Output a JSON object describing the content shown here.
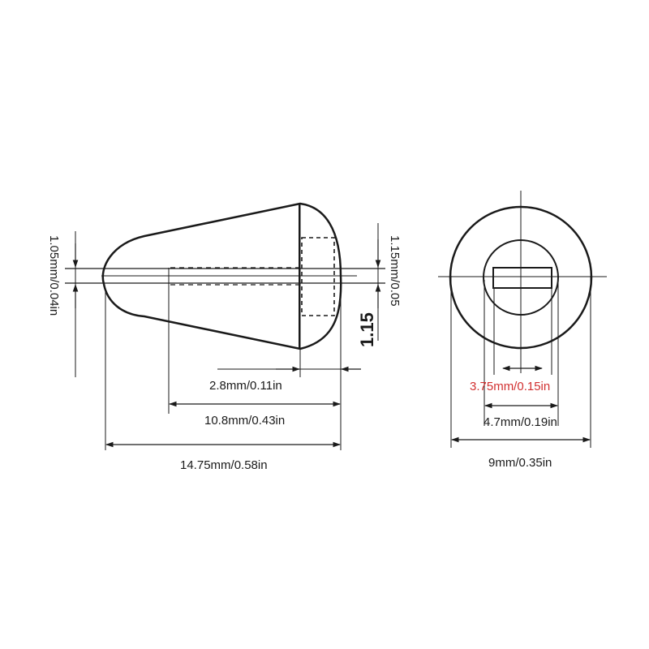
{
  "colors": {
    "line": "#1a1a1a",
    "highlight": "#d23030",
    "background": "#ffffff"
  },
  "side_view": {
    "total_length": "14.75mm/0.58in",
    "body_length": "10.8mm/0.43in",
    "slot_depth": "2.8mm/0.11in",
    "left_dim": "1.05mm/0.04in",
    "right_dim": "1.15mm/0.05",
    "tip_label": "1.15"
  },
  "end_view": {
    "slot_width": "3.75mm/0.15in",
    "inner_diameter": "4.7mm/0.19in",
    "outer_diameter": "9mm/0.35in"
  }
}
